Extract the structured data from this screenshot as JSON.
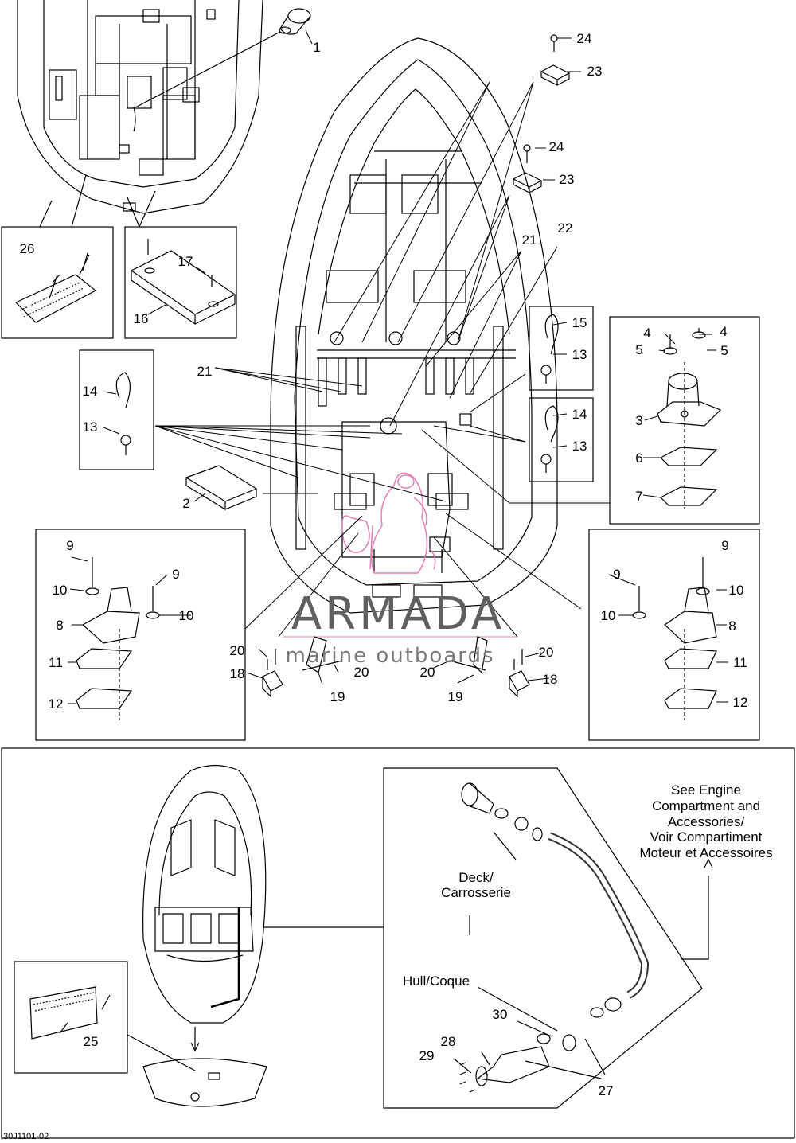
{
  "watermark": {
    "brand": "ARMADA",
    "tagline": "marine outboards",
    "accent_color": "#e27fb3"
  },
  "reference_code": "30J1101-02",
  "notes": {
    "see_engine_line1": "See Engine",
    "see_engine_line2": "Compartment and",
    "see_engine_line3": "Accessories/",
    "see_engine_line4": "Voir Compartiment",
    "see_engine_line5": "Moteur et Accessoires",
    "deck_line1": "Deck/",
    "deck_line2": "Carrosserie",
    "hull": "Hull/Coque"
  },
  "callouts": {
    "c1": "1",
    "c2": "2",
    "c3": "3",
    "c4a": "4",
    "c4b": "4",
    "c5a": "5",
    "c5b": "5",
    "c6": "6",
    "c7": "7",
    "c8a": "8",
    "c8b": "8",
    "c9a": "9",
    "c9b": "9",
    "c9c": "9",
    "c9d": "9",
    "c10a": "10",
    "c10b": "10",
    "c10c": "10",
    "c10d": "10",
    "c11a": "11",
    "c11b": "11",
    "c12a": "12",
    "c12b": "12",
    "c13a": "13",
    "c13b": "13",
    "c13c": "13",
    "c14a": "14",
    "c14b": "14",
    "c15": "15",
    "c16": "16",
    "c17": "17",
    "c18a": "18",
    "c18b": "18",
    "c19a": "19",
    "c19b": "19",
    "c20a": "20",
    "c20b": "20",
    "c20c": "20",
    "c20d": "20",
    "c21a": "21",
    "c21b": "21",
    "c22": "22",
    "c23a": "23",
    "c23b": "23",
    "c24a": "24",
    "c24b": "24",
    "c25": "25",
    "c26": "26",
    "c27": "27",
    "c28": "28",
    "c29": "29",
    "c30": "30"
  }
}
